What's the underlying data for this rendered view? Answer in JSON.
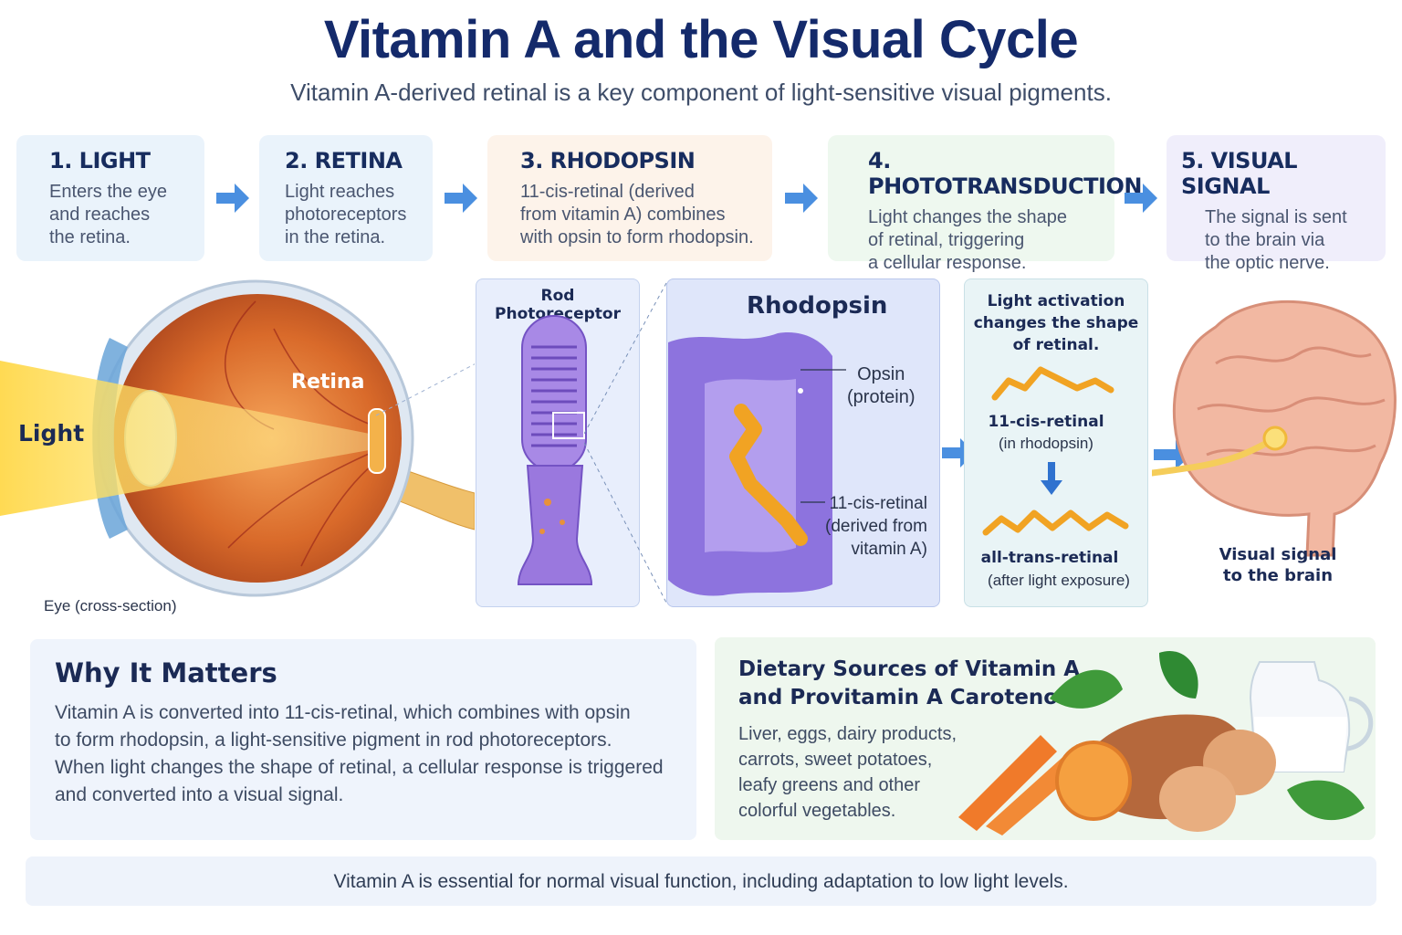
{
  "title": "Vitamin A and the Visual Cycle",
  "subtitle": "Vitamin A-derived retinal is a key component of light-sensitive visual pigments.",
  "steps": [
    {
      "title": "1. LIGHT",
      "body": "Enters the eye\nand reaches\nthe retina."
    },
    {
      "title": "2. RETINA",
      "body": "Light reaches\nphotoreceptors\nin the retina."
    },
    {
      "title": "3. RHODOPSIN",
      "body": "11-cis-retinal (derived\nfrom vitamin A) combines\nwith opsin to form rhodopsin."
    },
    {
      "title": "4. PHOTOTRANSDUCTION",
      "body": "Light changes the shape\nof retinal, triggering\na cellular response."
    },
    {
      "title": "5. VISUAL SIGNAL",
      "body": "The signal is sent\nto the brain via\nthe optic nerve."
    }
  ],
  "eye": {
    "light_label": "Light",
    "retina_label": "Retina",
    "caption": "Eye (cross-section)"
  },
  "rod": {
    "title": "Rod Photoreceptor"
  },
  "rhodopsin": {
    "title": "Rhodopsin",
    "opsin_label": "Opsin\n(protein)",
    "retinal_label": "11-cis-retinal\n(derived from\nvitamin A)"
  },
  "activation": {
    "title": "Light activation\nchanges the shape\nof retinal.",
    "cis_label": "11-cis-retinal",
    "cis_sub": "(in rhodopsin)",
    "trans_label": "all-trans-retinal",
    "trans_sub": "(after light exposure)"
  },
  "brain": {
    "caption": "Visual signal\nto the brain"
  },
  "why": {
    "title": "Why It Matters",
    "lines": [
      "Vitamin A is converted into 11-cis-retinal, which combines with opsin",
      "to form rhodopsin, a light-sensitive pigment in rod photoreceptors.",
      "When light changes the shape of retinal, a cellular response is triggered",
      "and converted into a visual signal."
    ]
  },
  "diet": {
    "title_lines": [
      "Dietary Sources of Vitamin A",
      "and Provitamin A Carotenoids"
    ],
    "lines": [
      "Liver, eggs, dairy products,",
      "carrots, sweet potatoes,",
      "leafy greens and other",
      "colorful vegetables."
    ]
  },
  "footer": "Vitamin A is essential for normal visual function, including adaptation to low light levels.",
  "colors": {
    "title": "#142a6b",
    "step_bg": [
      "#eaf3fb",
      "#eaf3fb",
      "#fdf3ea",
      "#eef8ef",
      "#f0eefb"
    ],
    "arrow": "#4a8fe0",
    "retinal": "#f1a323",
    "rod": "#8f6ad6"
  }
}
